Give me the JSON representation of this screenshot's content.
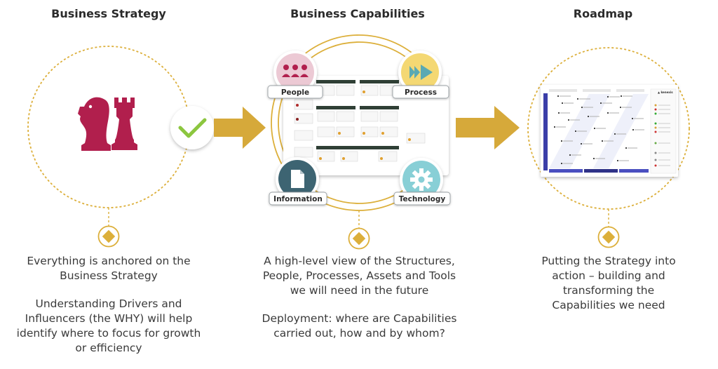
{
  "sections": {
    "strategy": {
      "title": "Business Strategy",
      "text1": "Everything is anchored on the Business Strategy",
      "text2": "Understanding Drivers and Influencers (the WHY) will help identify where to focus for growth or efficiency"
    },
    "capabilities": {
      "title": "Business Capabilities",
      "text1": "A high-level view of the Structures, People, Processes, Assets and Tools we will need in the future",
      "text2": "Deployment: where are Capabilities carried out, how and by whom?",
      "badges": {
        "people": "People",
        "process": "Process",
        "information": "Information",
        "technology": "Technology"
      }
    },
    "roadmap": {
      "title": "Roadmap",
      "text1": "Putting the Strategy into action – building and transforming the Capabilities we need"
    }
  },
  "icons": {
    "strategy": "chess-pieces-icon",
    "check": "checkmark-icon",
    "people": "people-group-icon",
    "process": "fast-forward-icon",
    "information": "document-icon",
    "technology": "gear-icon",
    "anchor": "diamond-pin-icon",
    "flow": "arrow-right-icon"
  },
  "colors": {
    "gold": "#dcaf3a",
    "arrow_gold": "#d6a93a",
    "chess": "#b11f4d",
    "check_green": "#8cc63f",
    "people_bg": "#ecc9d4",
    "process_bg": "#f4d873",
    "information_bg": "#3d6472",
    "technology_bg": "#88cfd6"
  }
}
